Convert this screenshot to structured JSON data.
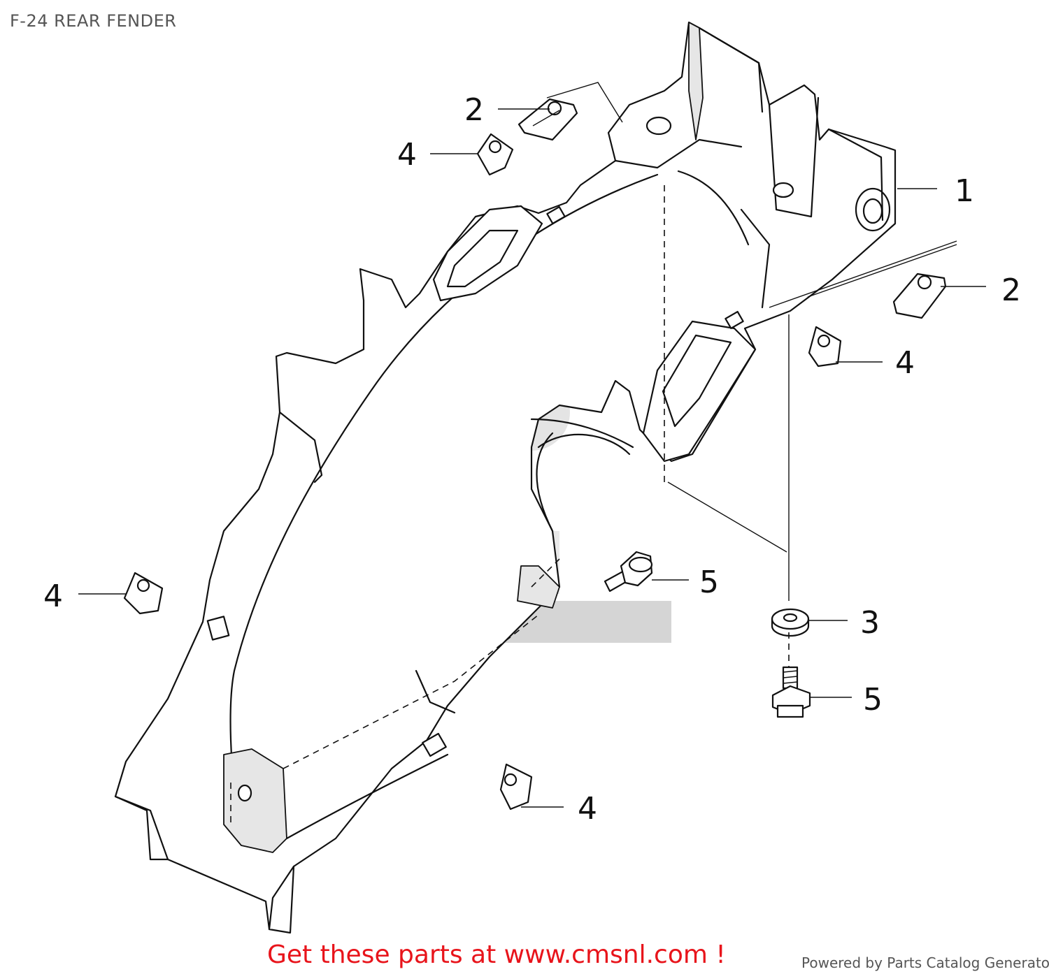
{
  "title": "F-24 REAR FENDER",
  "callouts": [
    {
      "label": "1"
    },
    {
      "label": "2"
    },
    {
      "label": "2"
    },
    {
      "label": "4"
    },
    {
      "label": "4"
    },
    {
      "label": "4"
    },
    {
      "label": "4"
    },
    {
      "label": "5"
    },
    {
      "label": "3"
    },
    {
      "label": "5"
    }
  ],
  "footer": {
    "cta": "Get these parts at www.cmsnl.com !",
    "powered_by": "Powered by Parts Catalog Generator"
  },
  "colors": {
    "title": "#555555",
    "cta": "#e8141b",
    "line": "#111111",
    "watermark": "#b3b3b3"
  }
}
